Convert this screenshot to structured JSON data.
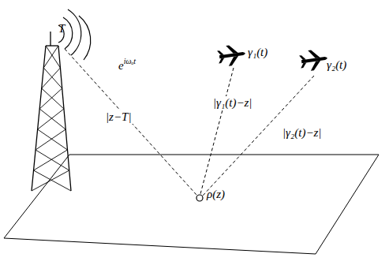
{
  "diagram": {
    "labels": [
      "T",
      "eiωₒt",
      "γ₁(t)",
      "γ₂(t)",
      "|z−T|",
      "|γ₁(t)−z|",
      "|γ₂(t)−z|",
      "ρ(z)"
    ]
  }
}
